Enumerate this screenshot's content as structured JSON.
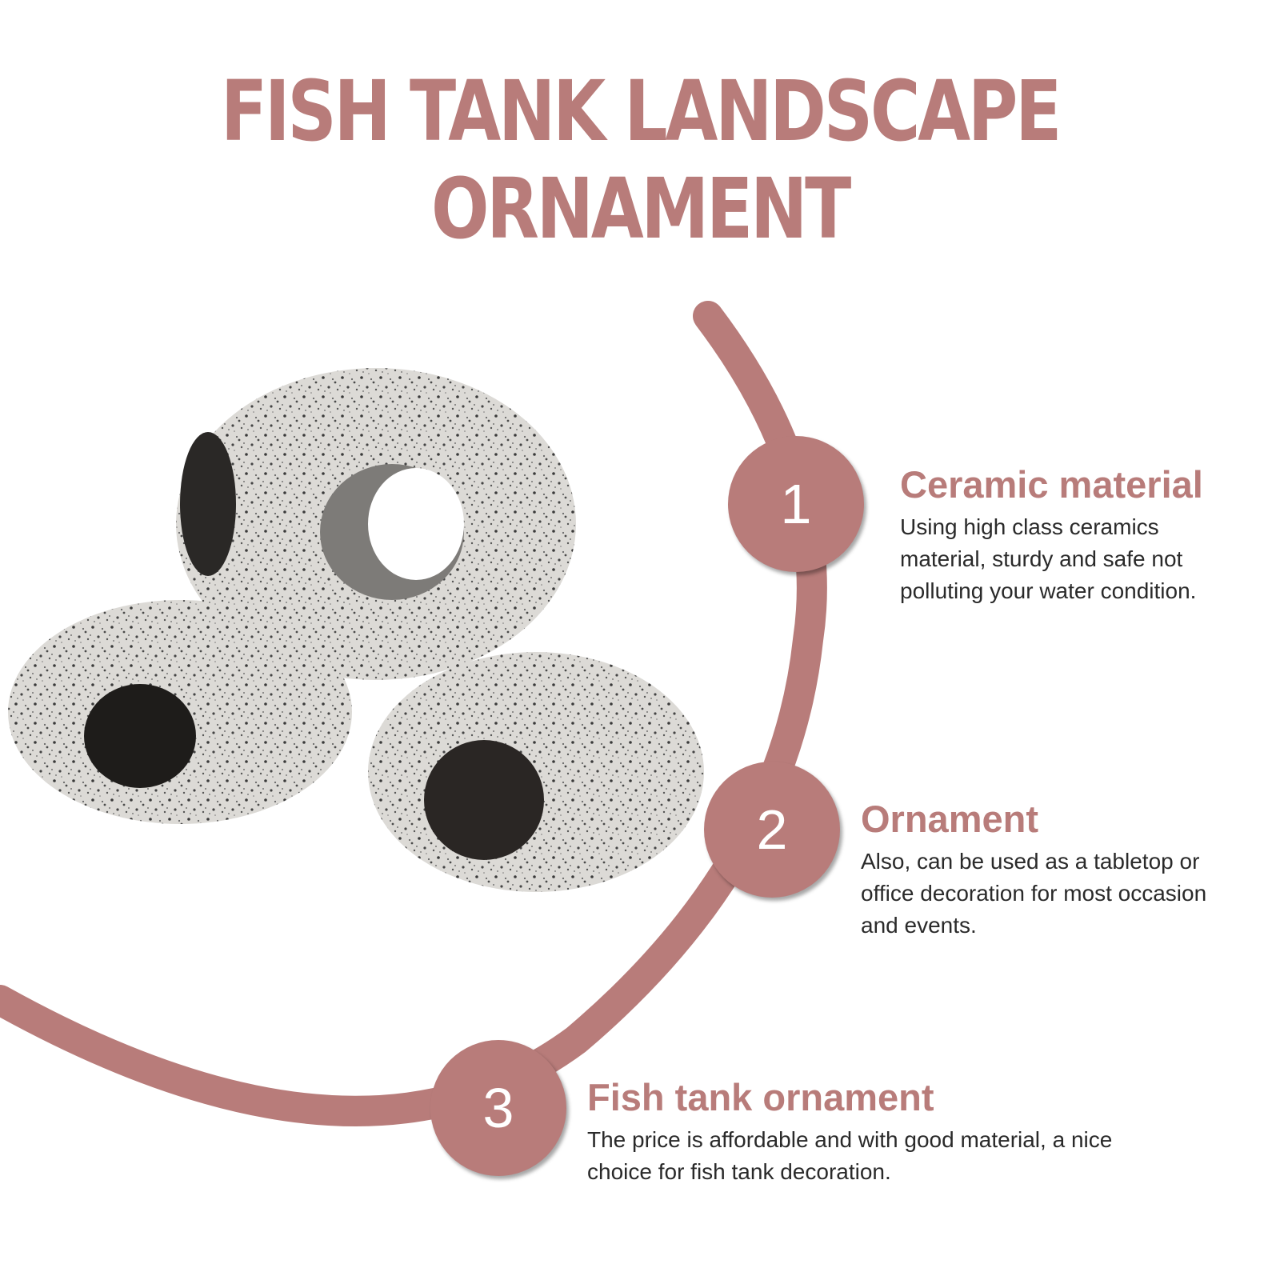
{
  "title": "FISH TANK LANDSCAPE ORNAMENT",
  "accent": "#b87c7a",
  "features": [
    {
      "number": "1",
      "heading": "Ceramic material",
      "text": "Using high class ceramics material, sturdy and safe not polluting your water condition."
    },
    {
      "number": "2",
      "heading": "Ornament",
      "text": "Also, can be used as a tabletop or office decoration for most occasion and events."
    },
    {
      "number": "3",
      "heading": "Fish tank ornament",
      "text": "The price is affordable and with good material, a nice choice for fish tank decoration."
    }
  ]
}
